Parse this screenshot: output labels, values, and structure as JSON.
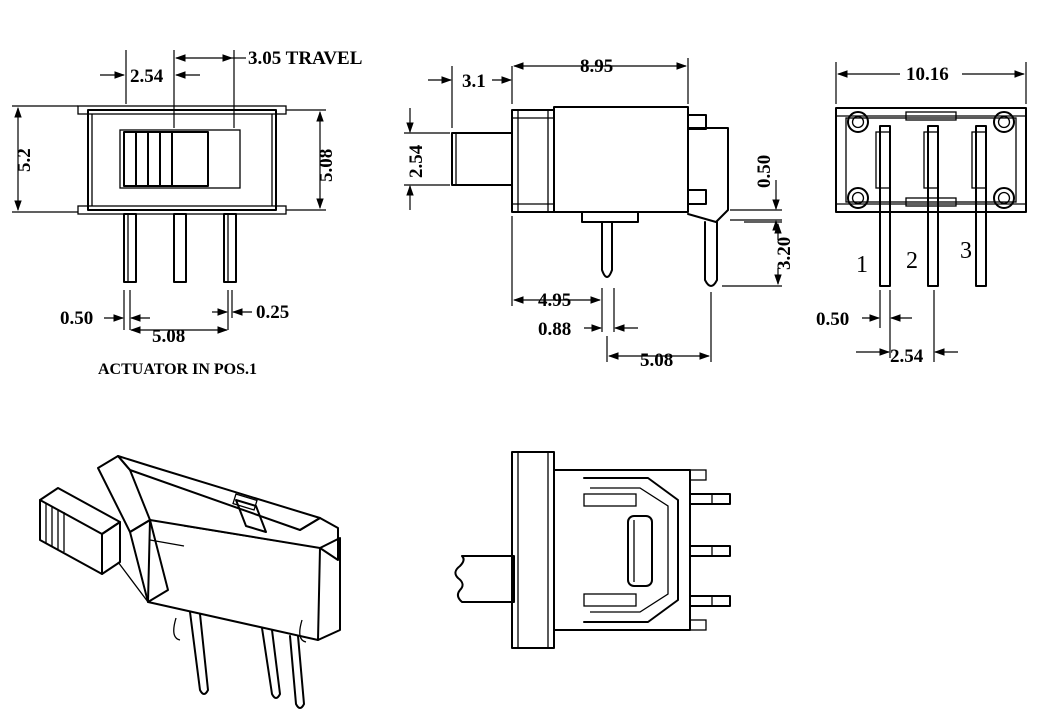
{
  "front_view": {
    "dim_pitch": "2.54",
    "dim_travel": "3.05 TRAVEL",
    "dim_height_left": "5.2",
    "dim_height_right": "5.08",
    "dim_pin_width": "0.50",
    "dim_pin_thick": "0.25",
    "dim_pin_span": "5.08",
    "caption": "ACTUATOR IN POS.1"
  },
  "side_view": {
    "dim_actuator": "3.1",
    "dim_body_length": "8.95",
    "dim_actuator_height": "2.54",
    "dim_bracket": "0.50",
    "dim_pin_length": "3.20",
    "dim_pin_offset": "4.95",
    "dim_pin_diameter": "0.88",
    "dim_pin_spacing": "5.08"
  },
  "end_view": {
    "dim_width": "10.16",
    "dim_pin_width": "0.50",
    "dim_pitch": "2.54",
    "pin_1": "1",
    "pin_2": "2",
    "pin_3": "3"
  }
}
